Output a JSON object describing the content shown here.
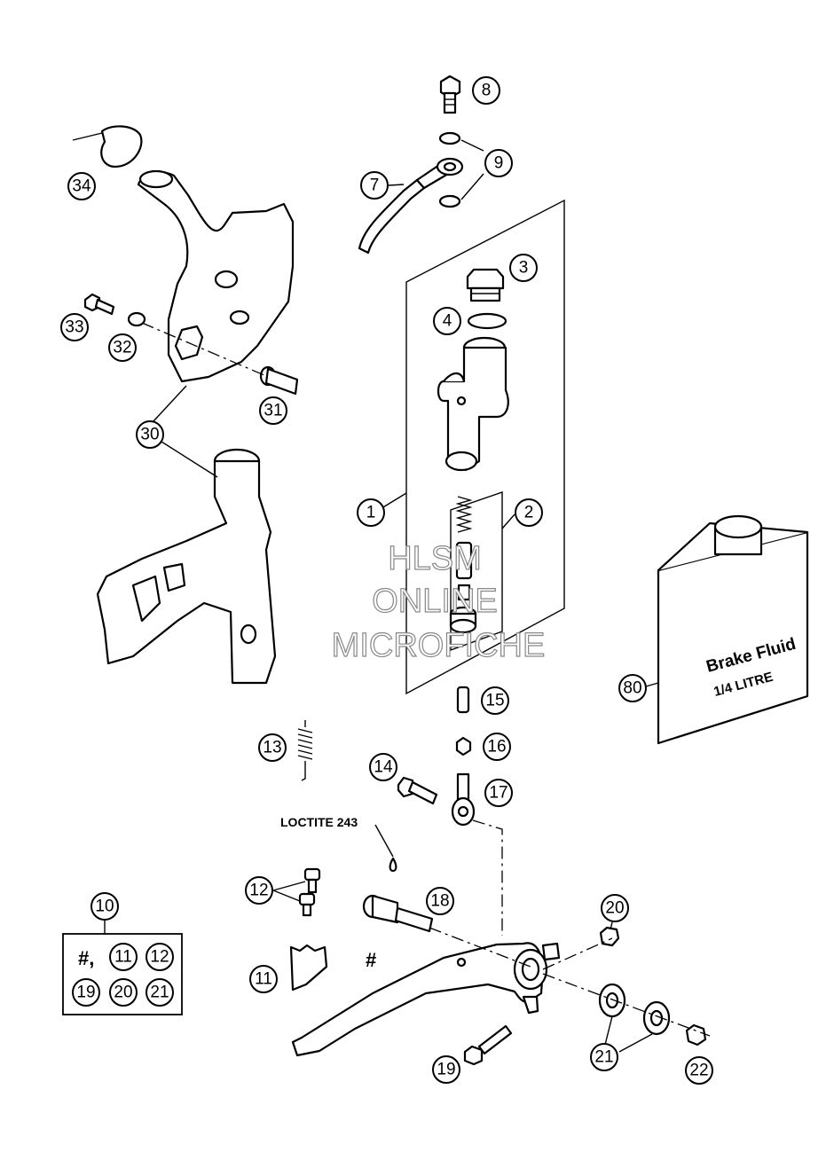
{
  "callouts": [
    {
      "id": "c8",
      "label": "8"
    },
    {
      "id": "c9",
      "label": "9"
    },
    {
      "id": "c7",
      "label": "7"
    },
    {
      "id": "c3",
      "label": "3"
    },
    {
      "id": "c4",
      "label": "4"
    },
    {
      "id": "c1",
      "label": "1"
    },
    {
      "id": "c2",
      "label": "2"
    },
    {
      "id": "c34",
      "label": "34"
    },
    {
      "id": "c33",
      "label": "33"
    },
    {
      "id": "c32",
      "label": "32"
    },
    {
      "id": "c31",
      "label": "31"
    },
    {
      "id": "c30",
      "label": "30"
    },
    {
      "id": "c80",
      "label": "80"
    },
    {
      "id": "c15",
      "label": "15"
    },
    {
      "id": "c16",
      "label": "16"
    },
    {
      "id": "c13",
      "label": "13"
    },
    {
      "id": "c14",
      "label": "14"
    },
    {
      "id": "c17",
      "label": "17"
    },
    {
      "id": "c18",
      "label": "18"
    },
    {
      "id": "c12",
      "label": "12"
    },
    {
      "id": "c10",
      "label": "10"
    },
    {
      "id": "c11",
      "label": "11"
    },
    {
      "id": "c20",
      "label": "20"
    },
    {
      "id": "c21",
      "label": "21"
    },
    {
      "id": "c19",
      "label": "19"
    },
    {
      "id": "c22",
      "label": "22"
    },
    {
      "id": "k11",
      "label": "11"
    },
    {
      "id": "k12",
      "label": "12"
    },
    {
      "id": "k19",
      "label": "19"
    },
    {
      "id": "k20",
      "label": "20"
    },
    {
      "id": "k21",
      "label": "21"
    }
  ],
  "kit_prefix": "#,",
  "hash_mark": "#",
  "loctite_label": "LOCTITE 243",
  "can_label_line1": "Brake Fluid",
  "can_label_line2": "1/4 LITRE",
  "watermark": [
    "HLSM",
    "ONLINE",
    "MICROFICHE"
  ]
}
